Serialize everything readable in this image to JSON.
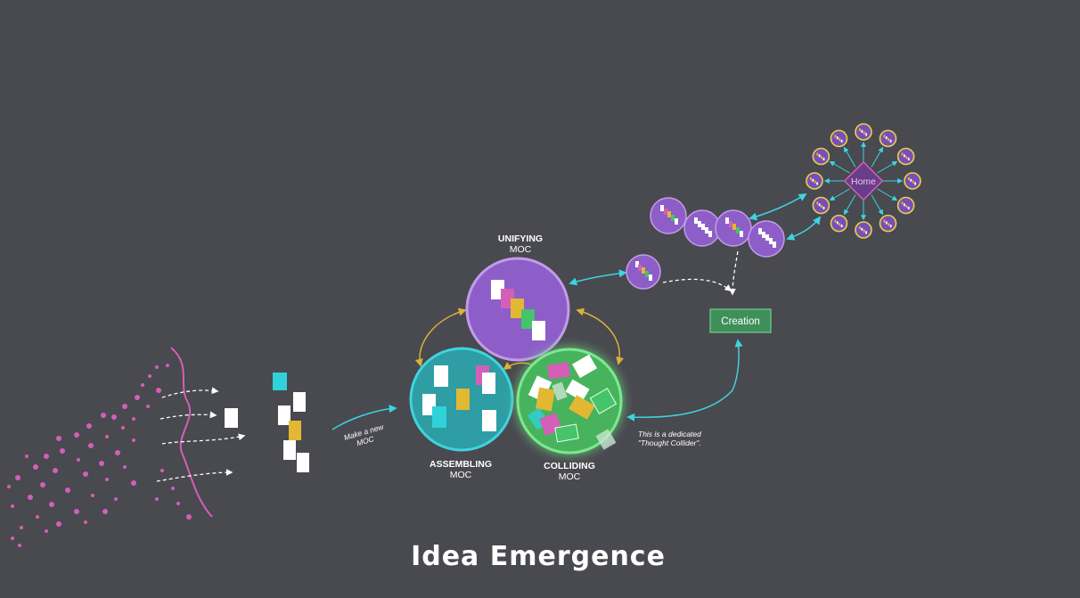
{
  "title": "Idea Emergence",
  "labels": {
    "unifying_title": "UNIFYING",
    "unifying_sub": "MOC",
    "assembling_title": "ASSEMBLING",
    "assembling_sub": "MOC",
    "colliding_title": "COLLIDING",
    "colliding_sub": "MOC",
    "make_new_line1": "Make a new",
    "make_new_line2": "MOC",
    "dedicated_line1": "This is a dedicated",
    "dedicated_line2": "\"Thought Collider\".",
    "creation": "Creation",
    "home": "Home"
  },
  "colors": {
    "background": "#494950",
    "dots": "#d45fb8",
    "purple": "#8d5ec8",
    "teal": "#2e9ea4",
    "green": "#46b35c",
    "cyan_arrow": "#3ed4df",
    "gold_arrow": "#d9b23a",
    "creation_box": "#3f8f5a",
    "home_diamond": "#6a3d8a",
    "ring_yellow": "#e6d24a"
  }
}
